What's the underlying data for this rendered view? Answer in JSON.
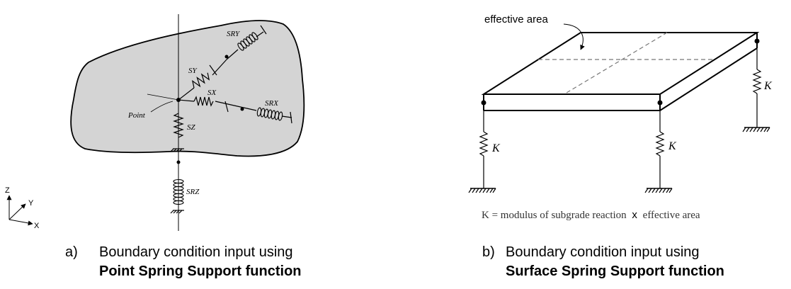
{
  "panel_a": {
    "spring_labels": {
      "sry": "SRY",
      "sy": "SY",
      "sx": "SX",
      "srx": "SRX",
      "sz": "SZ",
      "srz": "SRZ"
    },
    "point_label": "Point",
    "axes": {
      "z": "Z",
      "y": "Y",
      "x": "X"
    },
    "caption": {
      "marker": "a)",
      "line1": "Boundary condition input using",
      "line2": "Point Spring Support function"
    }
  },
  "panel_b": {
    "effective_area_label": "effective area",
    "k_label": "K",
    "formula": {
      "lhs": "K = modulus of subgrade reaction",
      "times": "x",
      "rhs": "effective area"
    },
    "caption": {
      "marker": "b)",
      "line1": "Boundary condition input using",
      "line2": "Surface Spring Support function"
    }
  }
}
